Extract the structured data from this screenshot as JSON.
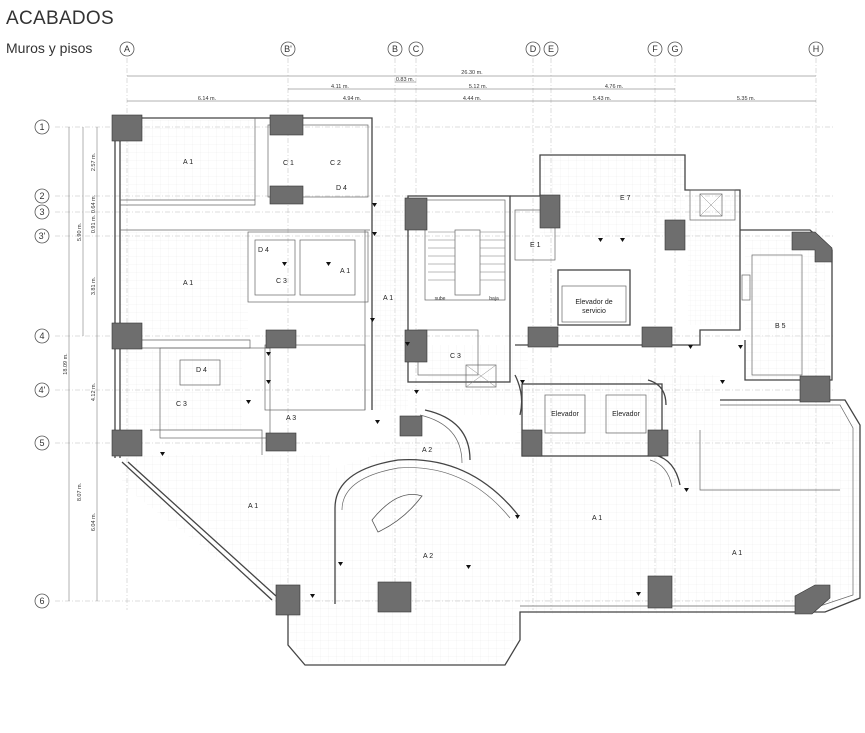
{
  "header": {
    "title": "ACABADOS",
    "subtitle": "Muros y pisos"
  },
  "axes_top": [
    "A",
    "B'",
    "B",
    "C",
    "D",
    "E",
    "F",
    "G",
    "H"
  ],
  "axes_left": [
    "1",
    "2",
    "3",
    "3'",
    "4",
    "4'",
    "5",
    "6"
  ],
  "dims_top": {
    "overall": "26.30 m.",
    "row2": [
      "0.83 m.",
      "4.11 m.",
      "5.12 m.",
      "4.76 m."
    ],
    "row3": [
      "6.14 m.",
      "4.94 m.",
      "4.44 m.",
      "5.43 m.",
      "5.35 m."
    ]
  },
  "dims_left": {
    "overall": "18.09 m.",
    "segs": [
      "2.57 m.",
      "0.64 m.",
      "0.91 m.",
      "3.81 m.",
      "5.90 m.",
      "4.12 m.",
      "8.07 m.",
      "6.04 m."
    ]
  },
  "rooms": {
    "elev_service": [
      "Elevador de",
      "servicio"
    ],
    "elev_left": "Elevador",
    "elev_right": "Elevador",
    "stair_up": "sube",
    "stair_down": "baja",
    "tags": [
      "A 1",
      "A 1",
      "A 1",
      "A 1",
      "A 1",
      "A 1",
      "A 1",
      "A 2",
      "A 2",
      "A 3",
      "B 5",
      "C 1",
      "C 2",
      "C 3",
      "C 3",
      "C 3",
      "D 4",
      "D 4",
      "D 4",
      "E 1",
      "E 7"
    ]
  }
}
